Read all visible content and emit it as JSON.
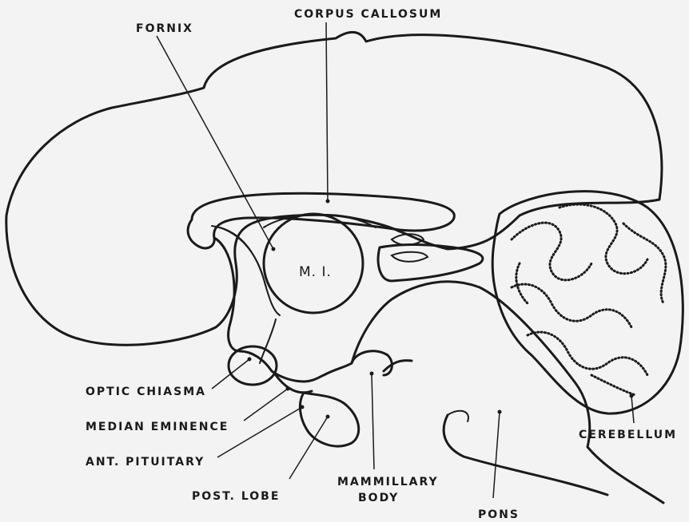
{
  "labels": {
    "corpus_callosum": "CORPUS CALLOSUM",
    "fornix": "FORNIX",
    "mi": "M. I.",
    "optic_chiasma": "OPTIC CHIASMA",
    "median_eminence": "MEDIAN EMINENCE",
    "ant_pituitary": "ANT. PITUITARY",
    "post_lobe": "POST. LOBE",
    "mammillary_line1": "MAMMILLARY",
    "mammillary_line2": "BODY",
    "pons": "PONS",
    "cerebellum": "CEREBELLUM"
  },
  "colors": {
    "ink": "#1a1a1a",
    "paper": "#f3f3f3",
    "cortex_fill": "#d2d2d2"
  }
}
